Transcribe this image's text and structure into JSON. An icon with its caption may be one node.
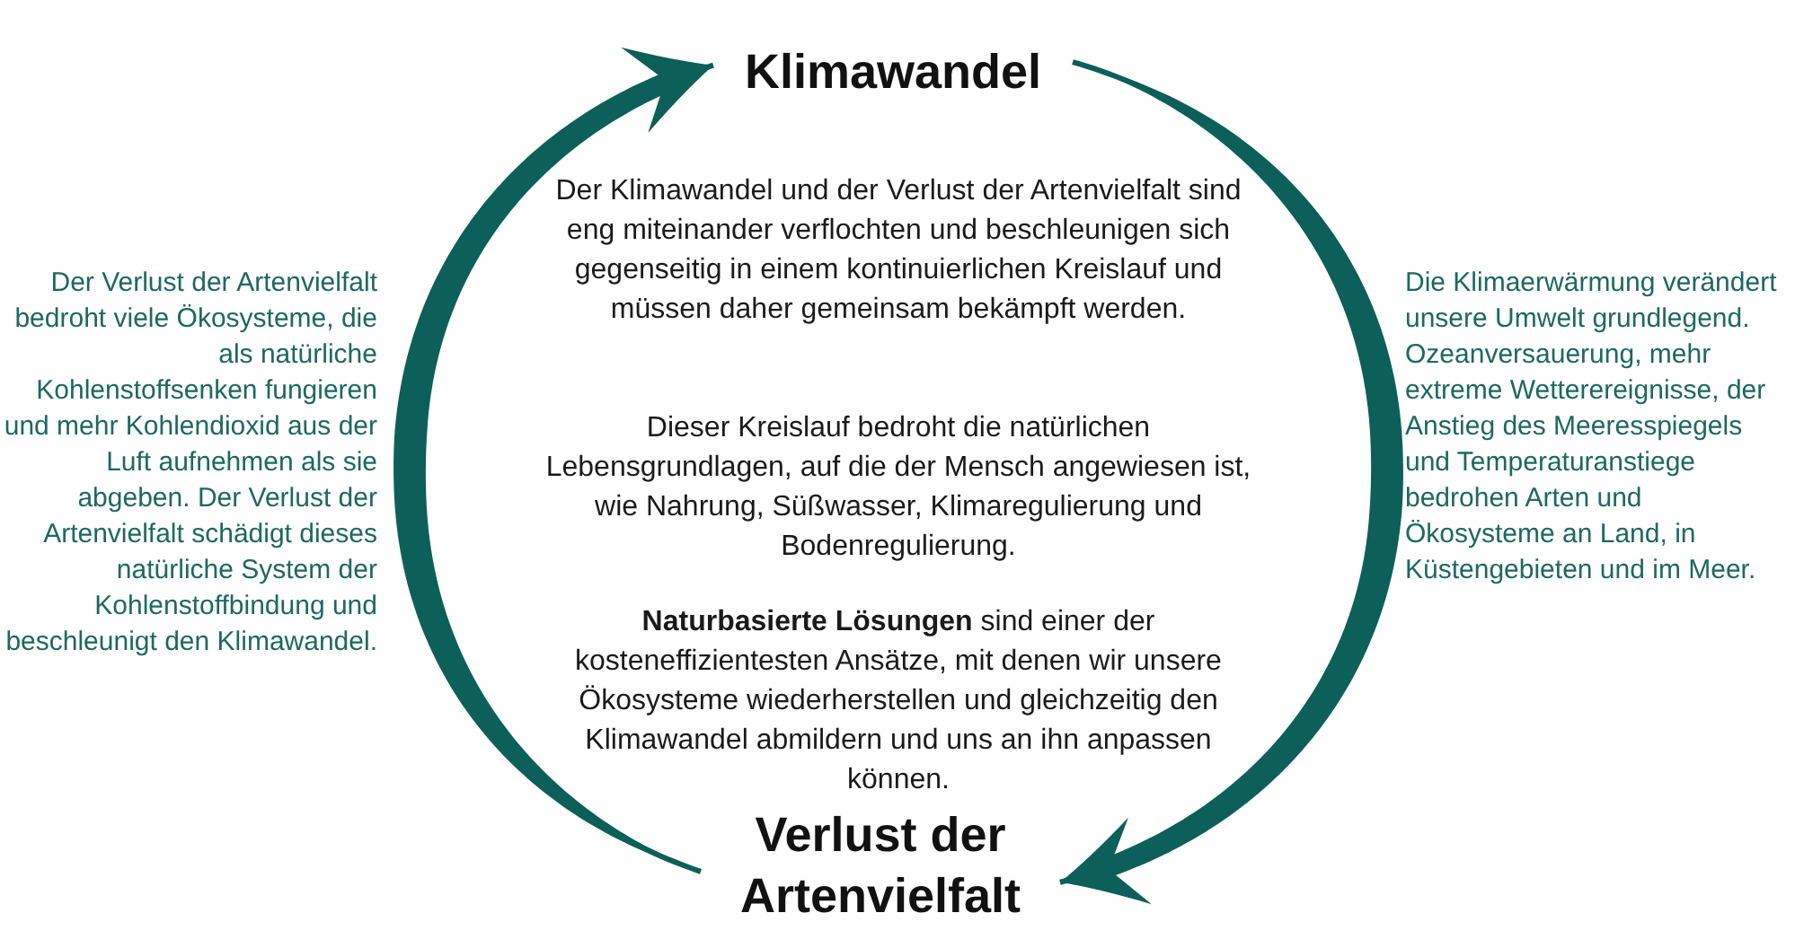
{
  "diagram": {
    "nodes": [
      {
        "text": [
          "Klimawandel"
        ]
      },
      {
        "text": [
          "Verlust der Artenvielfalt"
        ]
      }
    ],
    "edges": [
      {
        "from": 0,
        "to": 1,
        "arrow": "to",
        "label": "Die Klimaerwärmung verändert unsere Umwelt grundlegend. Ozeanversauerung, mehr extreme Wetterereignisse, der Anstieg des Meeresspiegels und Temperaturanstiege bedrohen Arten und Ökosysteme an Land, in Küstengebieten und im Meer."
      },
      {
        "from": 1,
        "to": 0,
        "arrow": "to",
        "label": "Der Verlust der Artenvielfalt bedroht viele Ökosysteme, die als natürliche Kohlenstoffsenken fungieren und mehr Kohlendioxid aus der Luft aufnehmen als sie abgeben. Der Verlust der Artenvielfalt schädigt dieses natürliche System der Kohlenstoffbindung und beschleunigt den Klimawandel."
      }
    ],
    "labels": [
      "Der Klimawandel und der Verlust der Artenvielfalt sind eng miteinander verflochten und beschleunigen sich gegenseitig in einem kontinuierlichen Kreislauf und müssen daher gemeinsam bekämpft werden.",
      "Dieser Kreislauf bedroht die natürlichen Lebensgrundlagen, auf die der Mensch angewiesen ist, wie Nahrung, Süßwasser, Klimaregulierung und Bodenregulierung.",
      "**Naturbasierte Lösungen** sind einer der kosteneffizientesten Ansätze, mit denen wir unsere Ökosysteme wiederherstellen und gleichzeitig den Klimawandel abmildern und uns an ihn anpassen können."
    ]
  }
}
